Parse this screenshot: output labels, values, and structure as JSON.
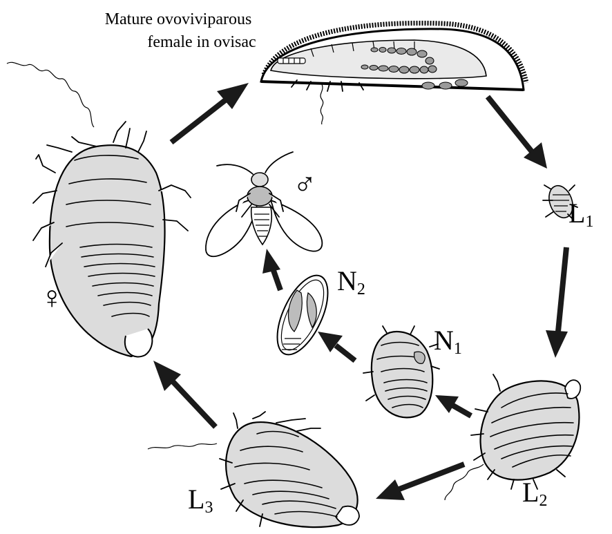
{
  "title": {
    "line1": "Mature ovoviviparous",
    "line2": "female in ovisac"
  },
  "stages": {
    "l1": {
      "letter": "L",
      "index": "1"
    },
    "l2": {
      "letter": "L",
      "index": "2"
    },
    "l3": {
      "letter": "L",
      "index": "3"
    },
    "n1": {
      "letter": "N",
      "index": "1"
    },
    "n2": {
      "letter": "N",
      "index": "2"
    }
  },
  "symbols": {
    "male": "♂",
    "female": "♀"
  },
  "colors": {
    "body_fill": "#dcdcdc",
    "outline": "#000000",
    "arrow": "#1a1a1a"
  }
}
